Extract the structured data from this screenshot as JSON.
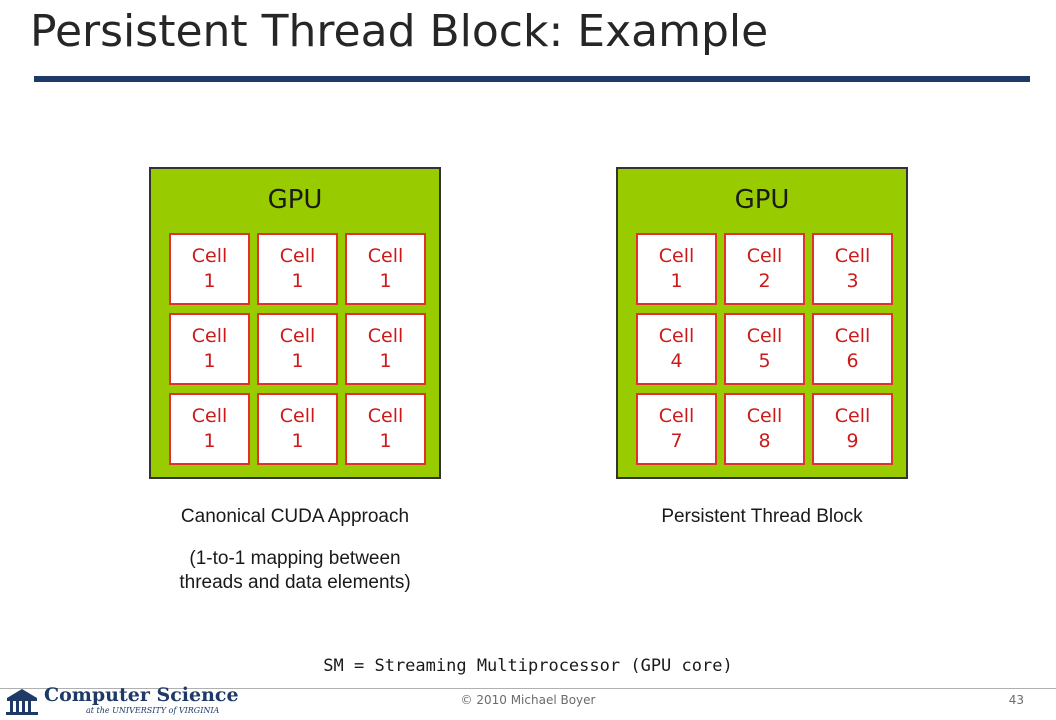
{
  "slide": {
    "title": "Persistent Thread Block: Example",
    "footnote": "SM = Streaming Multiprocessor (GPU core)",
    "copyright": "© 2010 Michael Boyer",
    "page_number": "43"
  },
  "colors": {
    "gpu_fill": "#99cc00",
    "cell_border": "#e03030",
    "cell_text": "#cc1a1a",
    "title_rule": "#1f3a66"
  },
  "left_panel": {
    "gpu_label": "GPU",
    "cells": [
      {
        "word": "Cell",
        "num": "1"
      },
      {
        "word": "Cell",
        "num": "1"
      },
      {
        "word": "Cell",
        "num": "1"
      },
      {
        "word": "Cell",
        "num": "1"
      },
      {
        "word": "Cell",
        "num": "1"
      },
      {
        "word": "Cell",
        "num": "1"
      },
      {
        "word": "Cell",
        "num": "1"
      },
      {
        "word": "Cell",
        "num": "1"
      },
      {
        "word": "Cell",
        "num": "1"
      }
    ],
    "caption_line1": "Canonical CUDA Approach",
    "caption_line2a": "(1-to-1 mapping between",
    "caption_line2b": "threads and data elements)"
  },
  "right_panel": {
    "gpu_label": "GPU",
    "cells": [
      {
        "word": "Cell",
        "num": "1"
      },
      {
        "word": "Cell",
        "num": "2"
      },
      {
        "word": "Cell",
        "num": "3"
      },
      {
        "word": "Cell",
        "num": "4"
      },
      {
        "word": "Cell",
        "num": "5"
      },
      {
        "word": "Cell",
        "num": "6"
      },
      {
        "word": "Cell",
        "num": "7"
      },
      {
        "word": "Cell",
        "num": "8"
      },
      {
        "word": "Cell",
        "num": "9"
      }
    ],
    "caption_line1": "Persistent Thread Block"
  },
  "logo": {
    "main": "Computer Science",
    "sub": "at the UNIVERSITY of VIRGINIA",
    "icon": "rotunda-icon"
  }
}
